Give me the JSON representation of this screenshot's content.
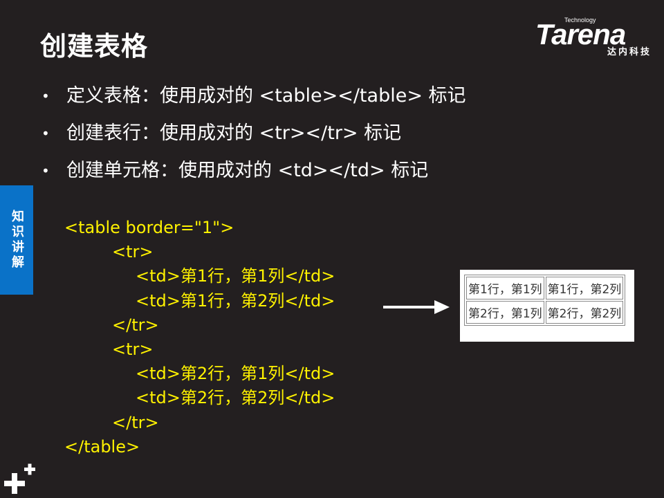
{
  "slide": {
    "title": "创建表格",
    "bullets": [
      "定义表格：使用成对的 <table></table> 标记",
      "创建表行：使用成对的 <tr></tr> 标记",
      "创建单元格：使用成对的 <td></td> 标记"
    ]
  },
  "logo": {
    "tech": "Technology",
    "brand": "Tarena",
    "cn": "达内科技"
  },
  "side_tab": {
    "label": "知识讲解"
  },
  "code_lines": [
    "<table border=\"1\">",
    "<tr>",
    "<td>第1行，第1列</td>",
    "<td>第1行，第2列</td>",
    "</tr>",
    "<tr>",
    "<td>第2行，第1列</td>",
    "<td>第2行，第2列</td>",
    "</tr>",
    "</table>"
  ],
  "result_table": {
    "rows": [
      [
        "第1行，第1列",
        "第1行，第2列"
      ],
      [
        "第2行，第1列",
        "第2行，第2列"
      ]
    ]
  },
  "colors": {
    "background": "#231f20",
    "code_text": "#fff200",
    "side_tab": "#0a72c8"
  }
}
